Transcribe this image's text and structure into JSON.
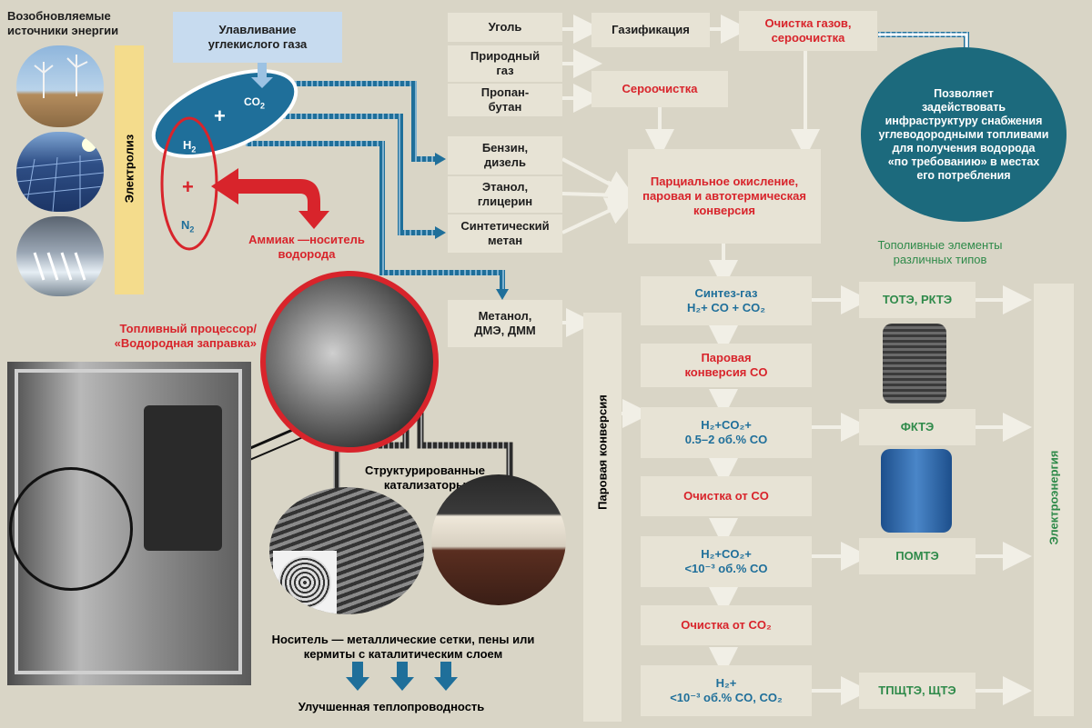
{
  "renewables": {
    "title": "Возобновляемые\nисточники энергии",
    "icons": [
      "wind-turbines",
      "solar-panels",
      "hydro-dam"
    ]
  },
  "electrolysis": "Электролиз",
  "co2_capture": "Улавливание\nуглекислого газа",
  "molecules": {
    "co2": "CO",
    "co2_sub": "2",
    "plus1": "+",
    "h2": "H",
    "h2_sub": "2",
    "plus2": "+",
    "n2": "N",
    "n2_sub": "2"
  },
  "ammonia": "Аммиак —носитель\nводорода",
  "fuels": {
    "coal": "Уголь",
    "natural_gas": "Природный\nгаз",
    "propane": "Пропан-\nбутан",
    "gasoline": "Бензин,\nдизель",
    "ethanol": "Этанол,\nглицерин",
    "synthetic_methane": "Синтетический\nметан",
    "methanol": "Метанол,\nДМЭ, ДММ"
  },
  "gasification": "Газификация",
  "gas_cleaning": "Очистка газов,\nсероочистка",
  "desulfurization": "Сероочистка",
  "circle_note": "Позволяет\nзадействовать\nинфраструктуру снабжения\nуглеводородными топливами\nдля получения водорода\n«по требованию» в местах\nего потребления",
  "partial_oxidation": "Парциальное окисление,\nпаровая и автотермическая\nконверсия",
  "steam_conversion": "Паровая конверсия",
  "chain": {
    "syngas_line1": "Синтез-газ",
    "syngas_line2": "H₂+ CO + CO₂",
    "steam_co": "Паровая\nконверсия CO",
    "h2_co2_1_line1": "H₂+CO₂+",
    "h2_co2_1_line2": "0.5–2 об.% CO",
    "clean_co": "Очистка от CO",
    "h2_co2_2_line1": "H₂+CO₂+",
    "h2_co2_2_line2": "<10⁻³ об.% CO",
    "clean_co2": "Очистка от CO₂",
    "h2_line1": "H₂+",
    "h2_line2": "<10⁻³ об.% CO, CO₂"
  },
  "fuel_cells_title": "Тополивные элементы\nразличных типов",
  "fuel_cells": {
    "sofc": "ТОТЭ, РКТЭ",
    "pafc": "ФКТЭ",
    "pem": "ПОМТЭ",
    "htpem": "ТПЩТЭ, ЩТЭ"
  },
  "electricity": "Электроэнергия",
  "processor_title": "Топливный процессор/\n«Водородная заправка»",
  "structured_catalysts": "Структурированные\nкатализаторы",
  "carrier": "Носитель — металлические сетки, пены или\nкермиты с каталитическим слоем",
  "thermal": "Улучшенная теплопроводность",
  "colors": {
    "background": "#d9d5c6",
    "box": "#e7e3d5",
    "red": "#d8242b",
    "teal": "#1f6f9a",
    "green": "#2f8a4a",
    "yellow": "#f4dc8c",
    "light_blue": "#c7dbef"
  }
}
